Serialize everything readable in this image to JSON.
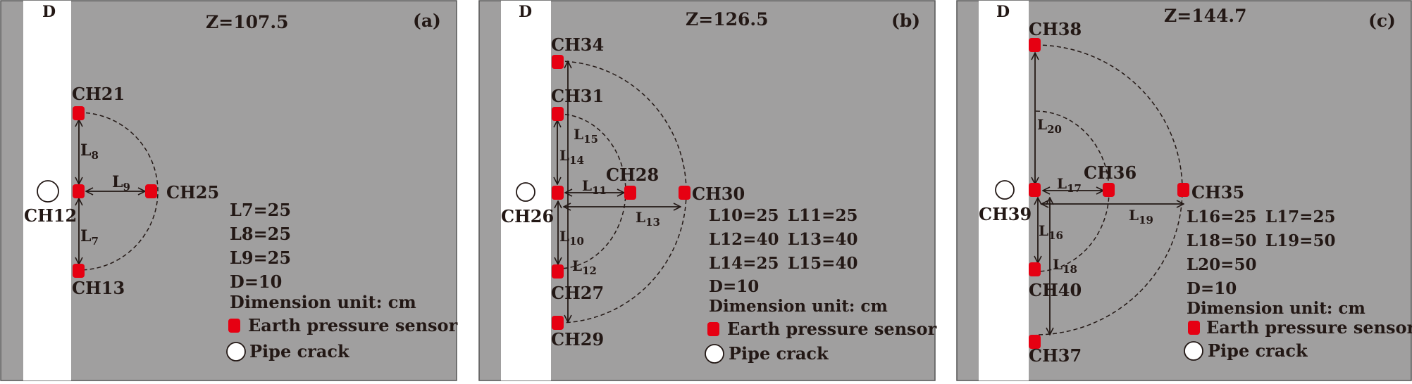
{
  "panels": [
    {
      "pipe_label": "D",
      "z_label": "Z=107.5",
      "panel_letter": "(a)",
      "sensors": [
        "CH21",
        "CH12",
        "CH25",
        "CH13"
      ],
      "dims": [
        "L8",
        "L9",
        "L7"
      ],
      "legend_lines": [
        "L7=25",
        "L8=25",
        "L9=25",
        "D=10",
        "Dimension unit: cm"
      ],
      "legend_sensor": "Earth pressure sensor",
      "legend_crack": "Pipe crack"
    },
    {
      "pipe_label": "D",
      "z_label": "Z=126.5",
      "panel_letter": "(b)",
      "sensors": [
        "CH34",
        "CH31",
        "CH28",
        "CH26",
        "CH30",
        "CH27",
        "CH29"
      ],
      "dims": [
        "L15",
        "L14",
        "L11",
        "L13",
        "L10",
        "L12"
      ],
      "legend_lines": [
        "L10=25",
        "L11=25",
        "L12=40",
        "L13=40",
        "L14=25",
        "L15=40",
        "D=10",
        "Dimension unit: cm"
      ],
      "legend_sensor": "Earth pressure sensor",
      "legend_crack": "Pipe crack"
    },
    {
      "pipe_label": "D",
      "z_label": "Z=144.7",
      "panel_letter": "(c)",
      "sensors": [
        "CH38",
        "CH36",
        "CH35",
        "CH39",
        "CH40",
        "CH37"
      ],
      "dims": [
        "L20",
        "L17",
        "L19",
        "L16",
        "L18"
      ],
      "legend_lines": [
        "L16=25",
        "L17=25",
        "L18=50",
        "L19=50",
        "L20=50",
        "D=10",
        "Dimension unit: cm"
      ],
      "legend_sensor": "Earth pressure sensor",
      "legend_crack": "Pipe crack"
    }
  ],
  "colors": {
    "background": "#a09f9f",
    "pipe": "#ffffff",
    "sensor": "#e60012",
    "ink": "#231815"
  }
}
